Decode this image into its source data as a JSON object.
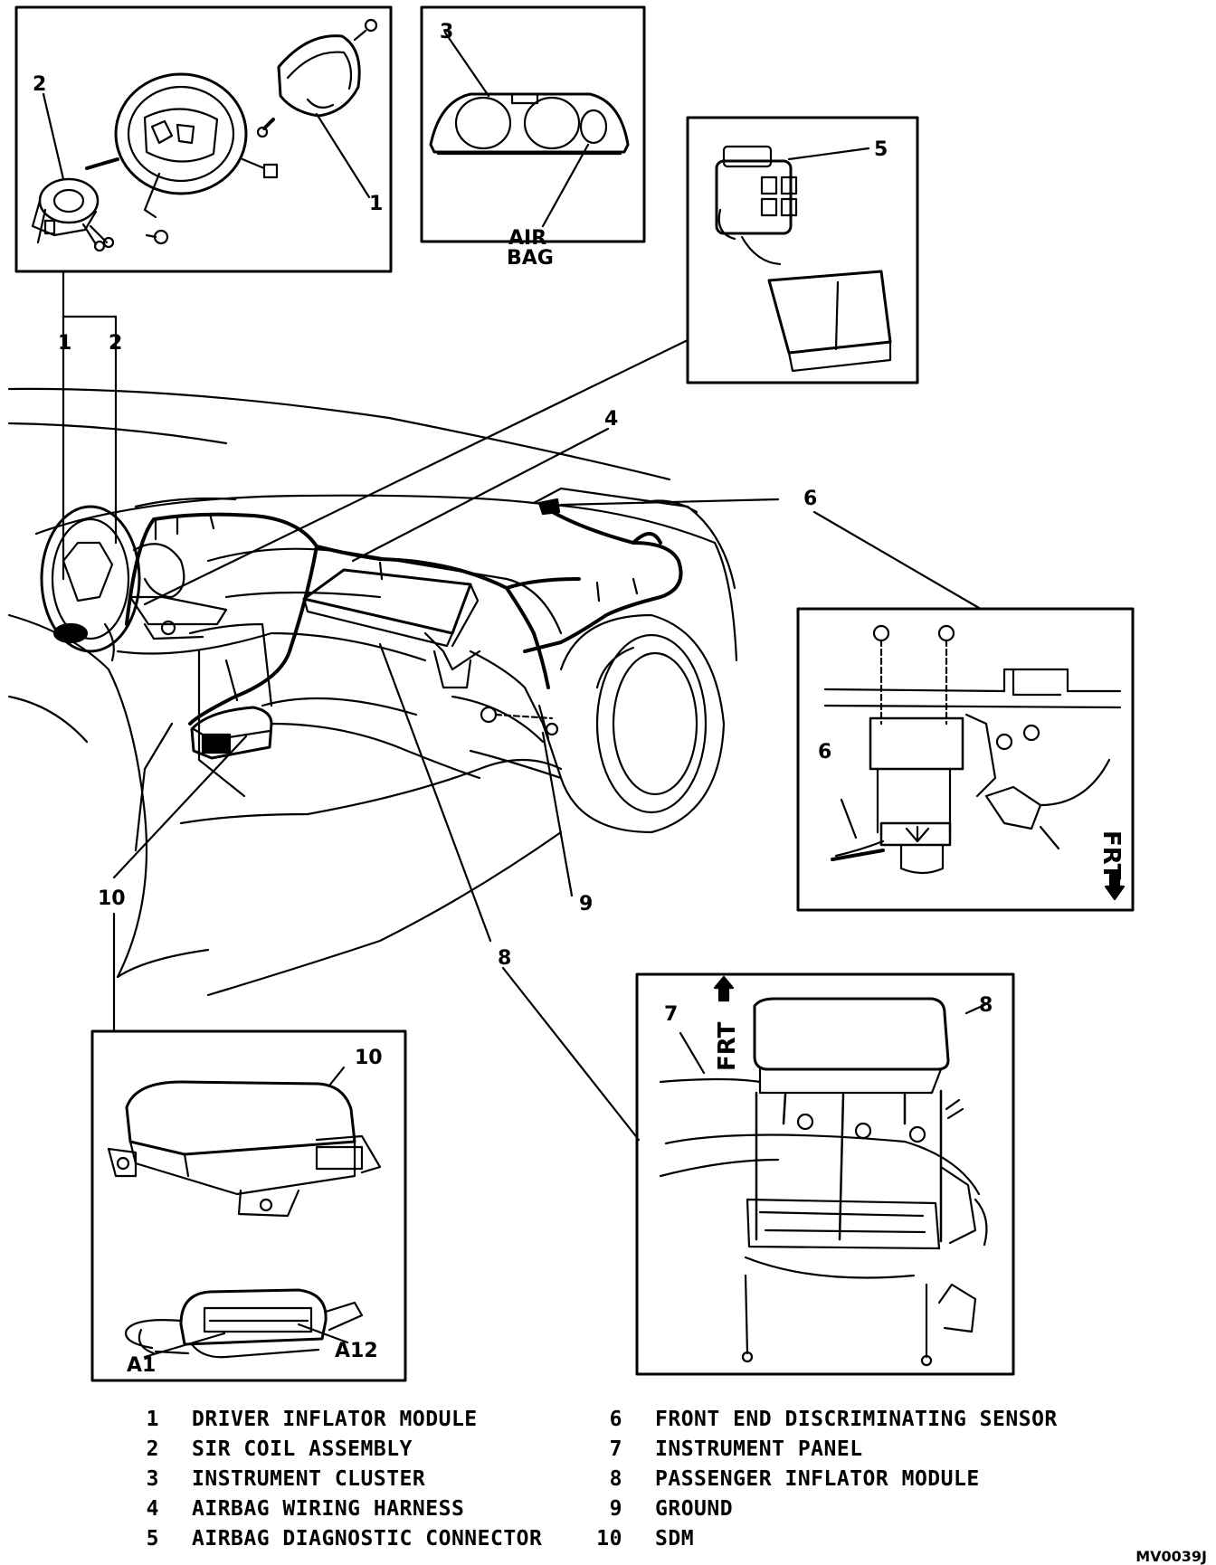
{
  "callouts": {
    "c1_top": "1",
    "c2_top": "2",
    "c3": "3",
    "airbag_label_line1": "AIR",
    "airbag_label_line2": "BAG",
    "c5": "5",
    "c1_main": "1",
    "c2_main": "2",
    "c4": "4",
    "c6_main": "6",
    "c6_inset": "6",
    "c10_main": "10",
    "c9": "9",
    "c8_main": "8",
    "c7_inset": "7",
    "c8_inset": "8",
    "c10_inset": "10",
    "a1": "A1",
    "a12": "A12",
    "frt_right": "FRT",
    "frt_bottom": "FRT"
  },
  "legend": {
    "left": [
      {
        "num": "1",
        "label": "DRIVER INFLATOR MODULE"
      },
      {
        "num": "2",
        "label": "SIR COIL ASSEMBLY"
      },
      {
        "num": "3",
        "label": "INSTRUMENT CLUSTER"
      },
      {
        "num": "4",
        "label": "AIRBAG WIRING HARNESS"
      },
      {
        "num": "5",
        "label": "AIRBAG DIAGNOSTIC CONNECTOR"
      }
    ],
    "right": [
      {
        "num": "6",
        "label": "FRONT END DISCRIMINATING SENSOR"
      },
      {
        "num": "7",
        "label": "INSTRUMENT PANEL"
      },
      {
        "num": "8",
        "label": "PASSENGER INFLATOR MODULE"
      },
      {
        "num": "9",
        "label": "GROUND"
      },
      {
        "num": "10",
        "label": "SDM"
      }
    ]
  },
  "figure_id": "MV0039J"
}
